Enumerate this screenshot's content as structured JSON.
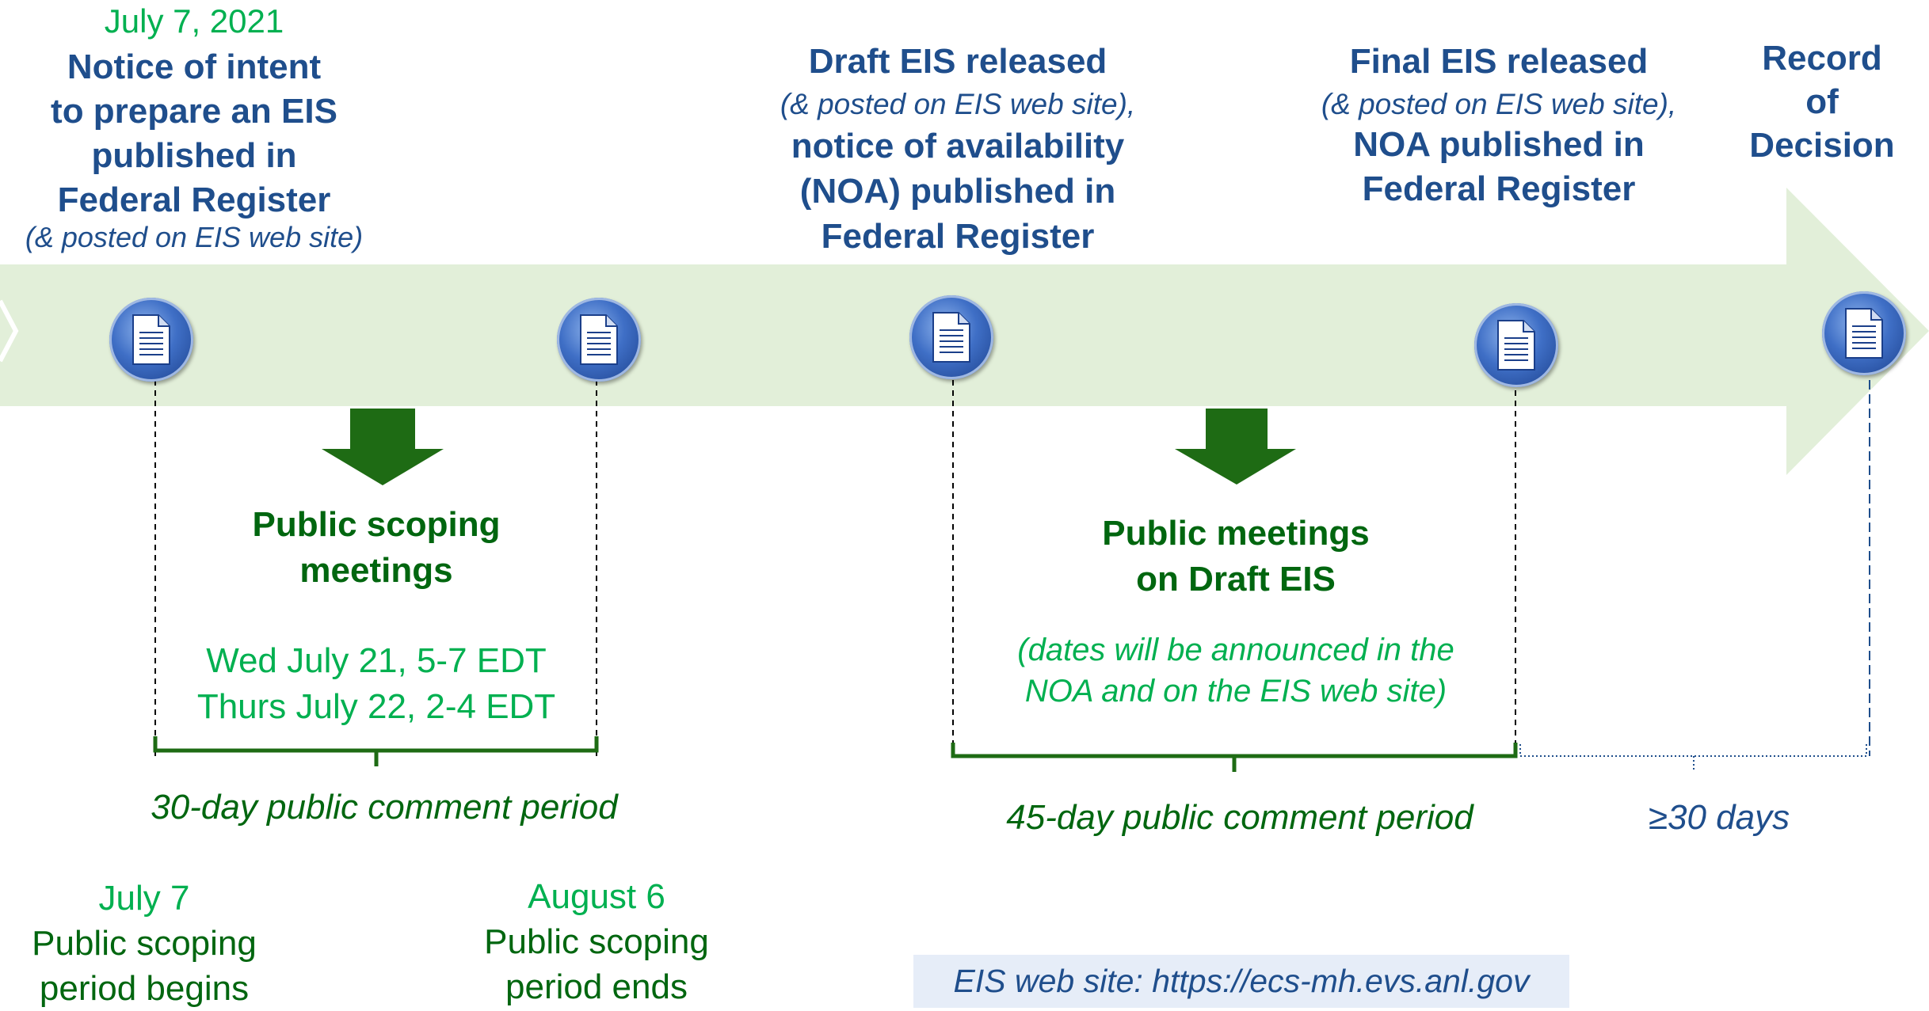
{
  "milestones": {
    "noi": {
      "date": "July 7, 2021",
      "lines": [
        "Notice of intent",
        "to prepare an EIS",
        "published in",
        "Federal Register"
      ],
      "note": "(& posted on EIS web site)"
    },
    "draft": {
      "title": "Draft EIS released",
      "note": "(& posted on EIS web site),",
      "lines": [
        "notice of availability",
        "(NOA) published in",
        "Federal Register"
      ]
    },
    "final": {
      "title": "Final EIS released",
      "note": "(& posted on EIS web site),",
      "lines": [
        "NOA published in",
        "Federal Register"
      ]
    },
    "rod": {
      "lines": [
        "Record",
        "of",
        "Decision"
      ]
    }
  },
  "scoping": {
    "title_lines": [
      "Public scoping",
      "meetings"
    ],
    "dates": [
      "Wed July 21, 5-7 EDT",
      "Thurs July 22, 2-4 EDT"
    ],
    "period_label": "30-day public comment period",
    "start": {
      "date": "July 7",
      "lines": [
        "Public scoping",
        "period begins"
      ]
    },
    "end": {
      "date": "August 6",
      "lines": [
        "Public scoping",
        "period ends"
      ]
    }
  },
  "draft_meetings": {
    "title_lines": [
      "Public meetings",
      "on Draft EIS"
    ],
    "note_lines": [
      "(dates will be announced in the",
      "NOA and on the EIS web site)"
    ],
    "period_label": "45-day public comment period"
  },
  "rod_wait": {
    "label": "≥30 days"
  },
  "website": {
    "text": "EIS web site:  https://ecs-mh.evs.anl.gov"
  },
  "colors": {
    "arrow": "#e2efd9",
    "bright_green": "#00b050",
    "dark_green": "#00660f",
    "blue": "#1f4e8c"
  }
}
